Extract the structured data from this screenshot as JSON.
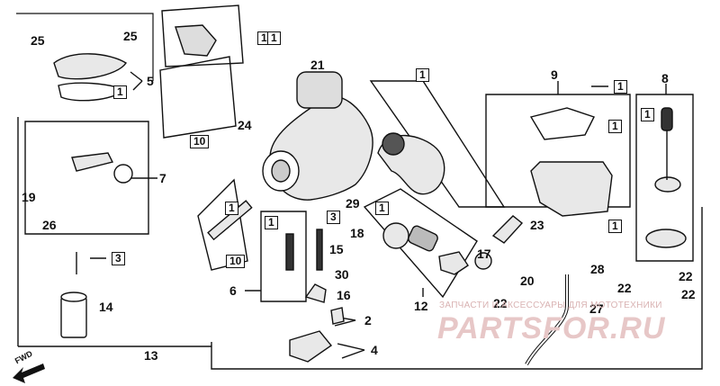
{
  "diagram": {
    "labels": {
      "l25a": "25",
      "l25b": "25",
      "l5": "5",
      "l11a": "1",
      "l11b": "1",
      "l1a": "1",
      "l10a": "10",
      "l21": "21",
      "l24": "24",
      "l9": "9",
      "l8": "8",
      "l1b": "1",
      "l1c": "1",
      "l1d": "1",
      "l1e": "1",
      "l7": "7",
      "l19": "19",
      "l26": "26",
      "l1f": "1",
      "l3a": "3",
      "l15": "15",
      "l30": "30",
      "l16": "16",
      "l6": "6",
      "l10b": "10",
      "l18": "18",
      "l29": "29",
      "l1g": "1",
      "l12": "12",
      "l17": "17",
      "l23": "23",
      "l20": "20",
      "l22a": "22",
      "l28": "28",
      "l27": "27",
      "l22b": "22",
      "l22c": "22",
      "l22d": "22",
      "l1h": "1",
      "l1i": "1",
      "l3b": "3",
      "l14": "14",
      "l2": "2",
      "l4": "4",
      "l13": "13"
    },
    "fwd_label": "FWD",
    "watermark_tagline": "ЗАПЧАСТИ И АКСЕССУАРЫ ДЛЯ МОТОТЕХНИКИ",
    "watermark_logo": "PARTSFOR.RU"
  }
}
